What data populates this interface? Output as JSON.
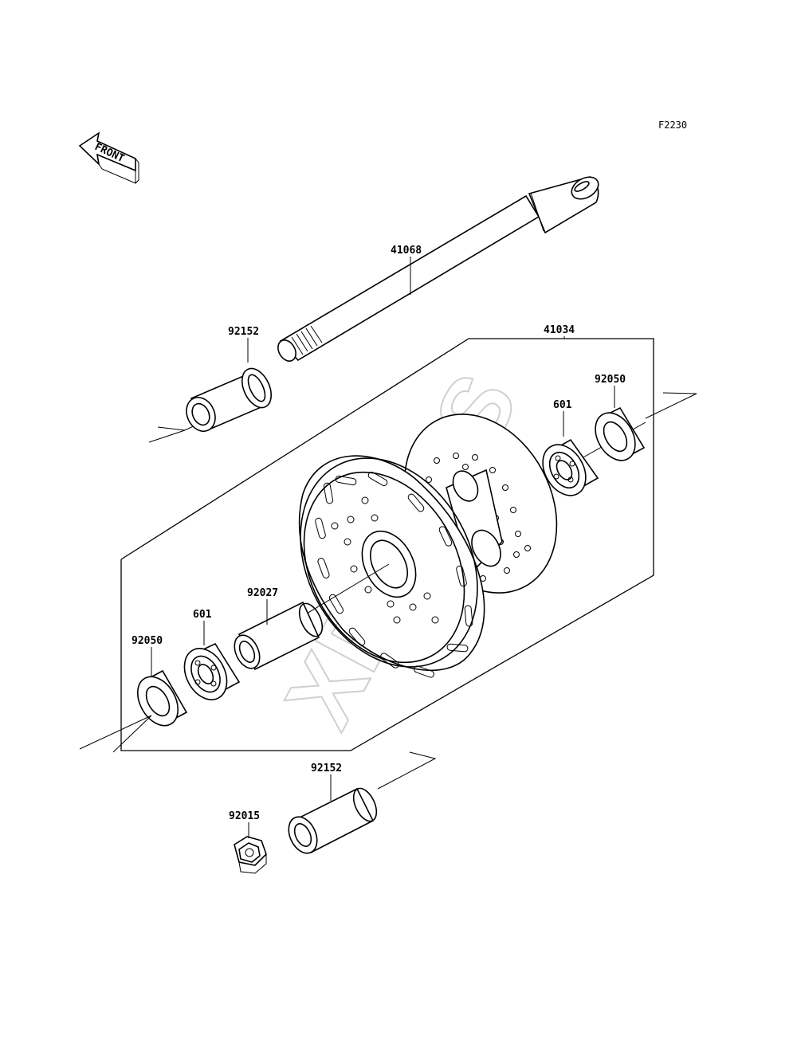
{
  "diagram": {
    "figure_code": "F2230",
    "front_label": "FRONT",
    "watermark": "XPARTS",
    "parts": [
      {
        "id": "axle",
        "number": "41068"
      },
      {
        "id": "collar-upper",
        "number": "92152"
      },
      {
        "id": "hub",
        "number": "41034"
      },
      {
        "id": "seal-right",
        "number": "92050"
      },
      {
        "id": "bearing-right",
        "number": "601"
      },
      {
        "id": "spacer",
        "number": "92027"
      },
      {
        "id": "bearing-left",
        "number": "601"
      },
      {
        "id": "seal-left",
        "number": "92050"
      },
      {
        "id": "collar-lower",
        "number": "92152"
      },
      {
        "id": "nut",
        "number": "92015"
      }
    ]
  }
}
